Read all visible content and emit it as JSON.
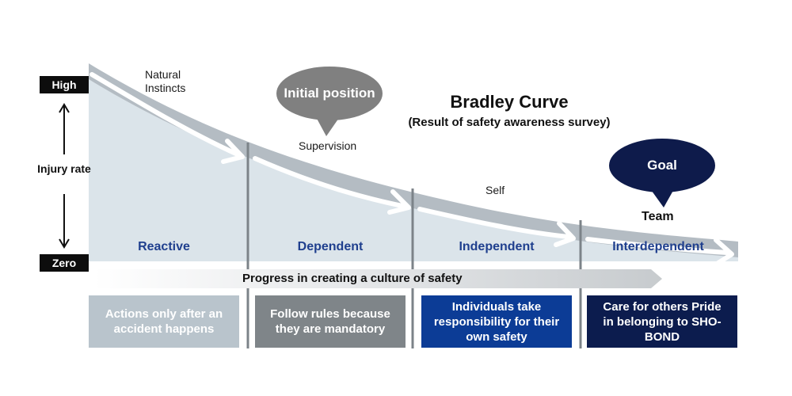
{
  "title": "Bradley Curve",
  "subtitle": "(Result of safety awareness survey)",
  "y_axis": {
    "high": "High",
    "zero": "Zero",
    "label": "Injury rate"
  },
  "curve_labels": {
    "natural": "Natural Instincts",
    "supervision": "Supervision",
    "self": "Self",
    "team": "Team"
  },
  "bubbles": {
    "initial": "Initial position",
    "goal": "Goal"
  },
  "stages": [
    {
      "label": "Reactive",
      "box": "Actions only after an accident happens",
      "color": "#b9c4cc"
    },
    {
      "label": "Dependent",
      "box": "Follow rules because they are mandatory",
      "color": "#7f8589"
    },
    {
      "label": "Independent",
      "box": "Individuals take responsibility for their own safety",
      "color": "#0c3c96"
    },
    {
      "label": "Interdependent",
      "box": "Care for others Pride in belonging to SHO-BOND",
      "color": "#0c1c4e"
    }
  ],
  "progress": "Progress in creating a culture of safety",
  "colors": {
    "area_fill": "#dbe4ea",
    "curve_band": "#b4bcc3",
    "dividers": "#7c8389",
    "bubble": "#808080",
    "goal_bubble": "#0e1b4b",
    "stage_text": "#1f3f8e"
  }
}
